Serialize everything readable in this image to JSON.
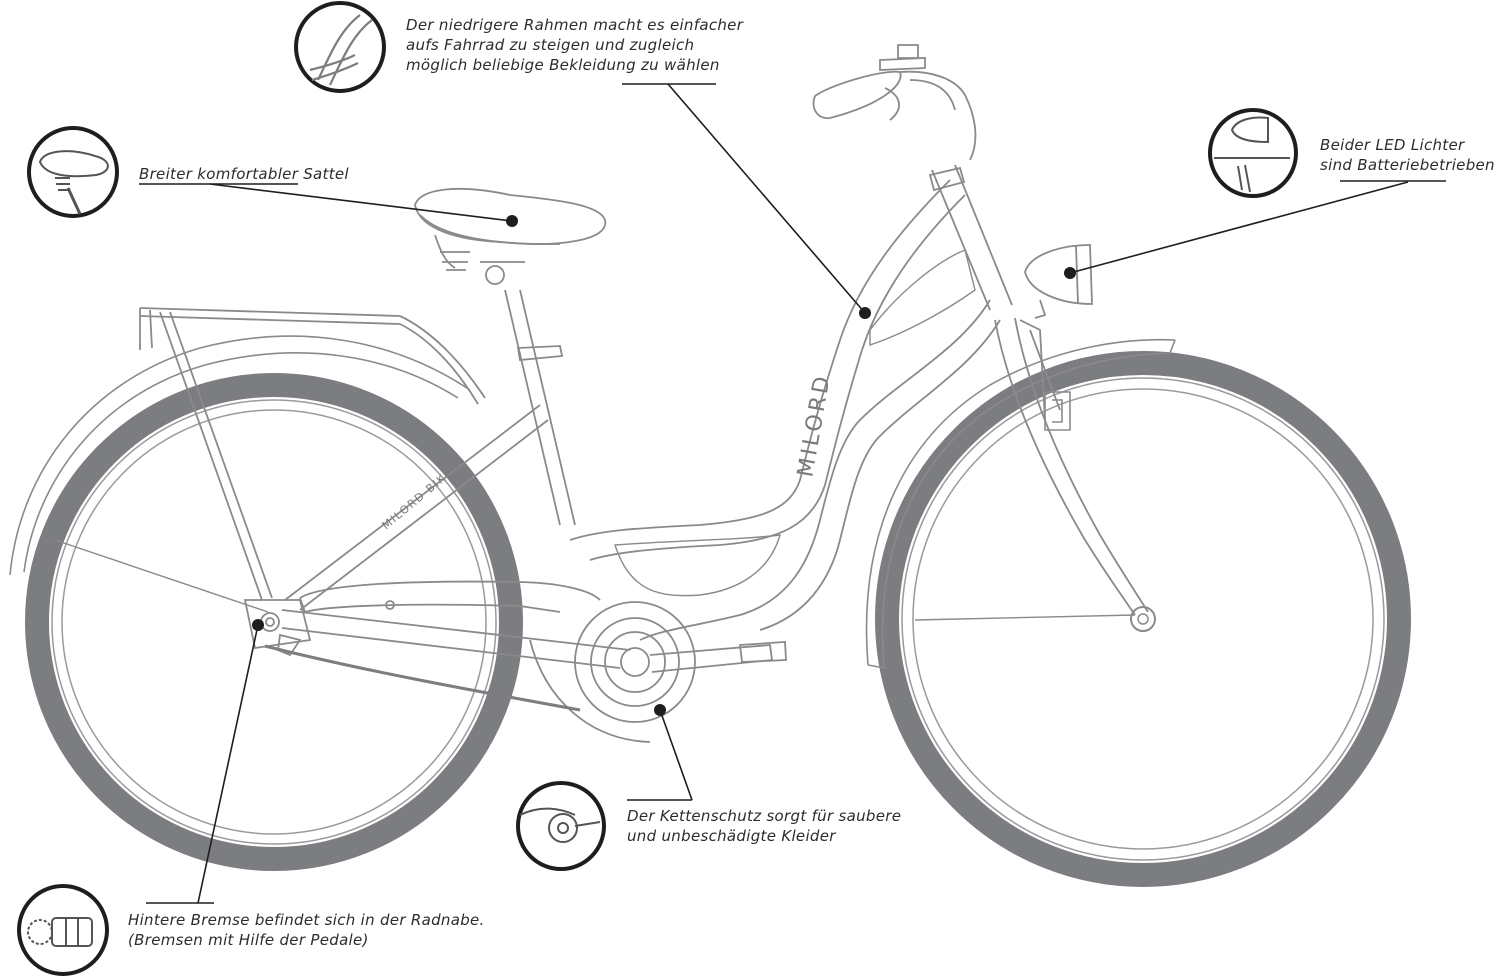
{
  "brand": {
    "frame_logo": "MILORD",
    "downtube_logo": "MILORD BIKES"
  },
  "callouts": {
    "frame": {
      "line1": "Der niedrigere Rahmen macht es einfacher",
      "line2": "aufs Fahrrad zu steigen und zugleich",
      "line3": "möglich beliebige Bekleidung zu wählen",
      "icon": "step-through-frame-icon"
    },
    "saddle": {
      "line1": "Breiter komfortabler Sattel",
      "icon": "saddle-icon"
    },
    "light": {
      "line1": "Beider LED Lichter",
      "line2": "sind Batteriebetrieben",
      "icon": "headlight-icon"
    },
    "chainguard": {
      "line1": "Der Kettenschutz sorgt für saubere",
      "line2": "und unbeschädigte Kleider",
      "icon": "chainguard-icon"
    },
    "brake": {
      "line1": "Hintere Bremse befindet sich in der Radnabe.",
      "line2": "(Bremsen mit Hilfe der Pedale)",
      "icon": "rear-hub-icon"
    }
  },
  "colors": {
    "tire": "#7c7d80",
    "outline": "#8a8a8a",
    "leader": "#1e1e1e",
    "text": "#2c2c2c"
  }
}
